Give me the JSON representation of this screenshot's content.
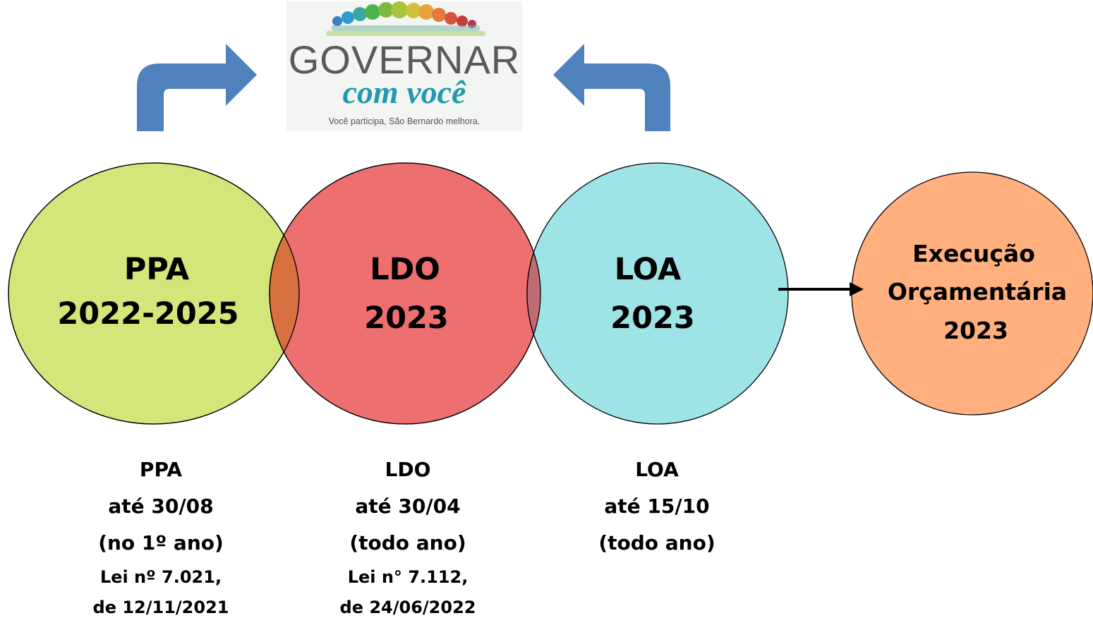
{
  "logo": {
    "title": "GOVERNAR",
    "subtitle": "com você",
    "tagline": "Você participa, São Bernardo melhora."
  },
  "circles": [
    {
      "id": "ppa",
      "line1": "PPA",
      "line2": "2022-2025",
      "fill": "#d4e57a"
    },
    {
      "id": "ldo",
      "line1": "LDO",
      "line2": "2023",
      "fill": "#ee6f70"
    },
    {
      "id": "loa",
      "line1": "LOA",
      "line2": "2023",
      "fill": "#9ee3e6"
    },
    {
      "id": "exec",
      "line1": "Execução",
      "line2": "Orçamentária",
      "line3": "2023",
      "fill": "#ffb07e"
    }
  ],
  "overlap_colors": {
    "ppa_ldo": "#d8703f",
    "ldo_loa": "#bf6d74"
  },
  "arrow_color": "#4f81bd",
  "notes": {
    "ppa": [
      "PPA",
      "até 30/08",
      "(no 1º ano)",
      "Lei nº 7.021,",
      "de 12/11/2021"
    ],
    "ldo": [
      "LDO",
      "até 30/04",
      "(todo ano)",
      "Lei n° 7.112,",
      "de 24/06/2022"
    ],
    "loa": [
      "LOA",
      "até 15/10",
      "(todo ano)"
    ]
  }
}
